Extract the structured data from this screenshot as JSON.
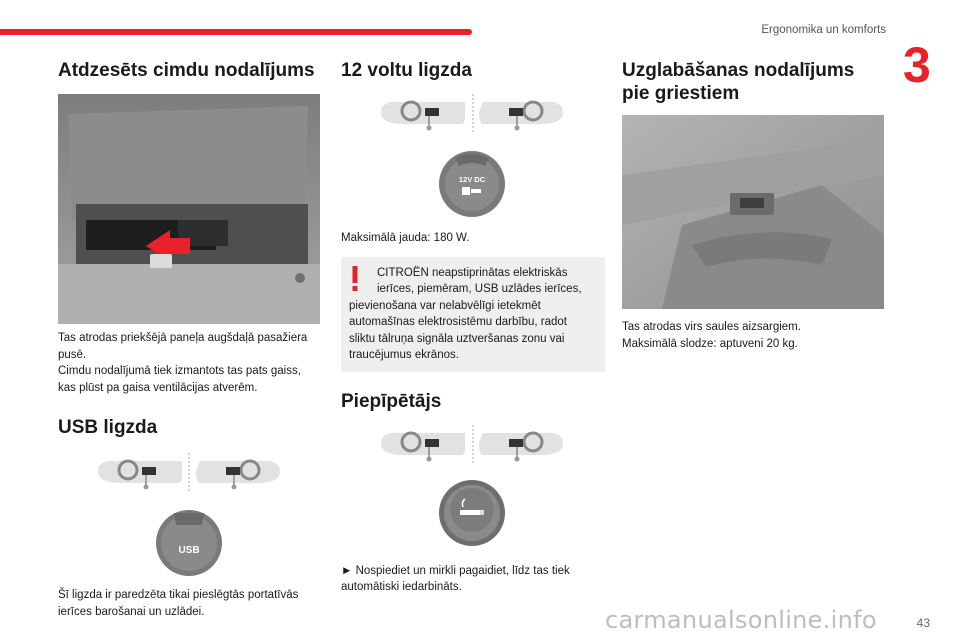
{
  "header": {
    "running_title": "Ergonomika un komforts",
    "chapter_number": "3",
    "accent_color": "#e8222a"
  },
  "col1": {
    "glovebox": {
      "title": "Atdzesēts cimdu nodalījums",
      "line1": "Tas atrodas priekšējā paneļa augšdaļā pasažiera",
      "line2": "pusē.",
      "line3": "Cimdu nodalījumā tiek izmantots tas pats gaiss,",
      "line4": "kas plūst pa gaisa ventilācijas atverēm."
    },
    "usb": {
      "title": "USB ligzda",
      "socket_label": "USB",
      "line1": "Šī ligzda ir paredzēta tikai pieslēgtās portatīvās",
      "line2": "ierīces barošanai un uzlādei."
    }
  },
  "col2": {
    "socket12v": {
      "title": "12 voltu ligzda",
      "socket_label": "12V DC",
      "power_text": "Maksimālā jauda: 180 W.",
      "warning": {
        "line1": "CITROËN neapstiprinātas elektriskās",
        "line2": "ierīces, piemēram, USB uzlādes ierīces,",
        "line3": "pievienošana var nelabvēlīgi ietekmēt",
        "line4": "automašīnas elektrosistēmu darbību, radot",
        "line5": "sliktu tālruņa signāla uztveršanas zonu vai",
        "line6": "traucējumus ekrānos."
      }
    },
    "lighter": {
      "title": "Piepīpētājs",
      "line1": "► Nospiediet un mirkli pagaidiet, līdz tas tiek",
      "line2": "automātiski iedarbināts."
    }
  },
  "col3": {
    "storage": {
      "title_line1": "Uzglabāšanas nodalījums",
      "title_line2": "pie griestiem",
      "line1": "Tas atrodas virs saules aizsargiem.",
      "line2": "Maksimālā slodze: aptuveni 20 kg."
    }
  },
  "footer": {
    "page_number": "43",
    "watermark": "carmanualsonline.info"
  }
}
